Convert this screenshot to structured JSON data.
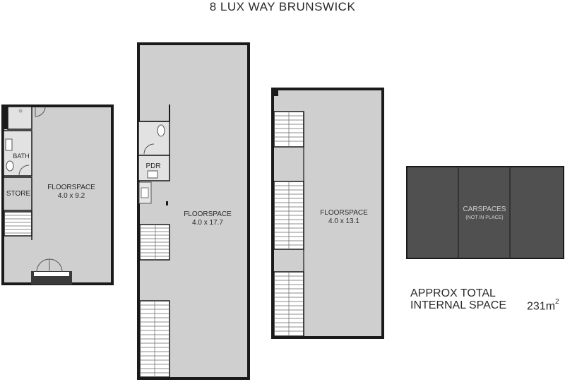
{
  "title": "8 LUX WAY BRUNSWICK",
  "floors": [
    {
      "label": "FLOORSPACE",
      "dims": "4.0 x 9.2"
    },
    {
      "label": "FLOORSPACE",
      "dims": "4.0 x 17.7"
    },
    {
      "label": "FLOORSPACE",
      "dims": "4.0 x 13.1"
    }
  ],
  "rooms": {
    "bath": "BATH",
    "store": "STORE",
    "pdr": "PDR"
  },
  "carspaces": {
    "label": "CARSPACES",
    "note": "(NOT IN PLACE)"
  },
  "summary": {
    "line1": "APPROX TOTAL",
    "line2": "INTERNAL SPACE",
    "area_value": "231m",
    "area_sup": "2"
  },
  "colors": {
    "floor_fill": "#cfcfcf",
    "wall": "#1a1a1a",
    "carspace_fill": "#505050",
    "text": "#2a2a2a"
  }
}
